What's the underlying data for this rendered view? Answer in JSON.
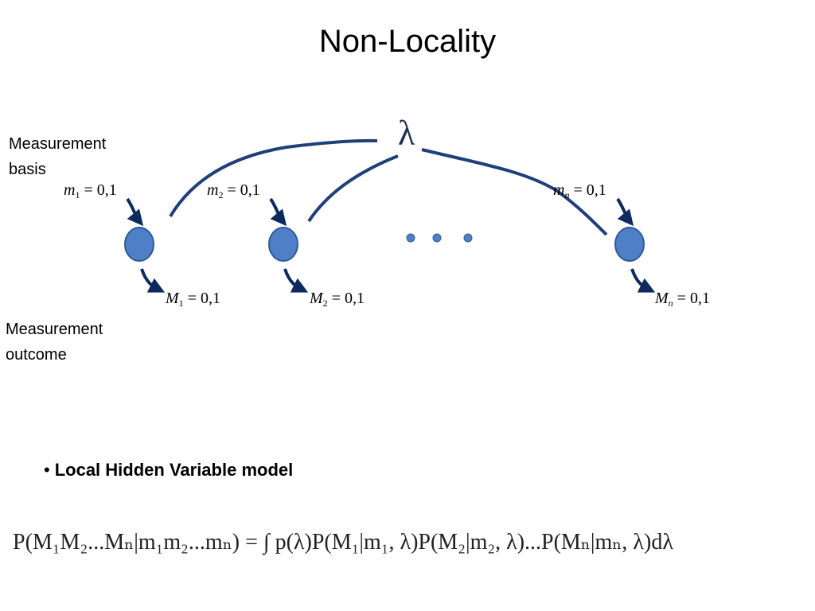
{
  "slide": {
    "title": "Non-Locality",
    "basis_label_line1": "Measurement",
    "basis_label_line2": "basis",
    "outcome_label_line1": "Measurement",
    "outcome_label_line2": "outcome",
    "hidden_variable_symbol": "λ",
    "bullet_text": "Local Hidden Variable model",
    "formula": "P(M₁M₂...Mₙ|m₁m₂...mₙ) = ∫ p(λ)P(M₁|m₁, λ)P(M₂|m₂, λ)...P(Mₙ|mₙ, λ)dλ"
  },
  "inputs": [
    {
      "var": "m",
      "sub": "1",
      "value": "= 0,1"
    },
    {
      "var": "m",
      "sub": "2",
      "value": "= 0,1"
    },
    {
      "var": "m",
      "sub": "n",
      "value": "= 0,1"
    }
  ],
  "outputs": [
    {
      "var": "M",
      "sub": "1",
      "value": "= 0,1"
    },
    {
      "var": "M",
      "sub": "2",
      "value": "= 0,1"
    },
    {
      "var": "M",
      "sub": "n",
      "value": "= 0,1"
    }
  ],
  "colors": {
    "node_fill": "#4f7fc7",
    "node_stroke": "#2e5a99",
    "arrow": "#0d2a5e",
    "curve": "#1f3f78"
  }
}
